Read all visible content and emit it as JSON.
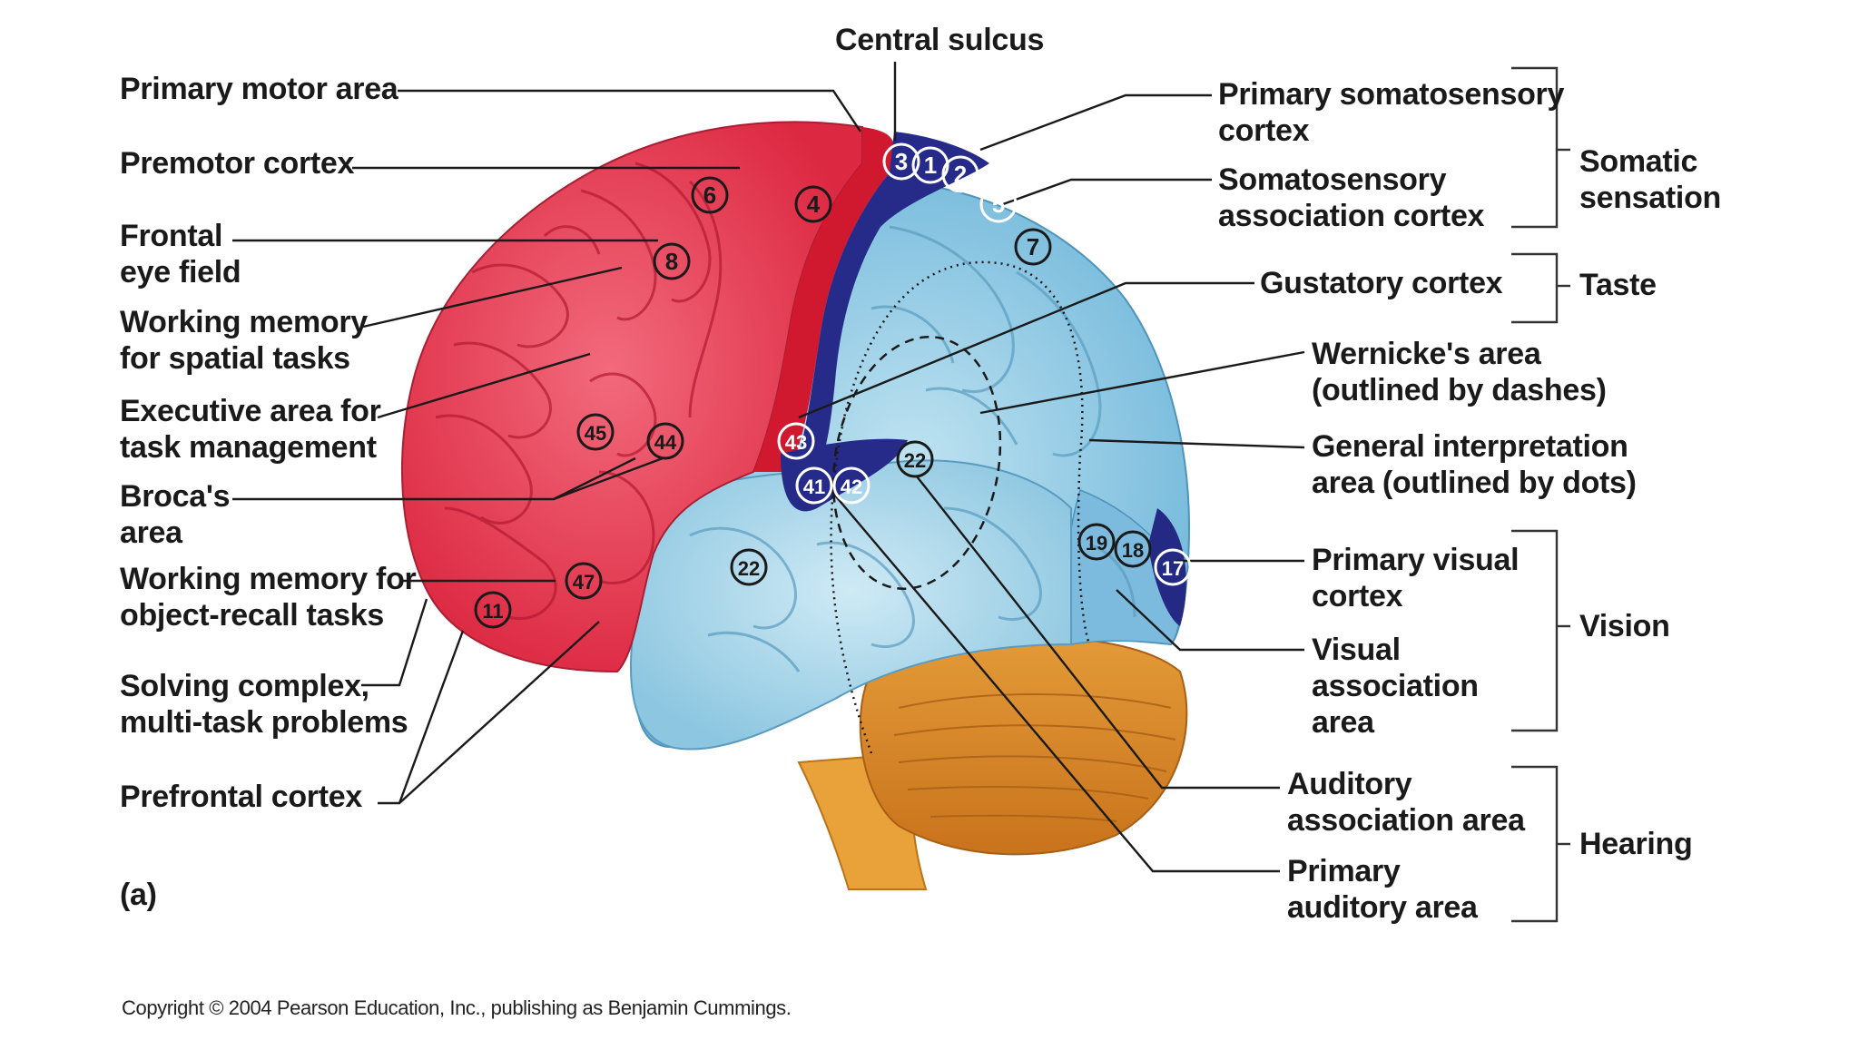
{
  "labels": {
    "central_sulcus": "Central sulcus",
    "primary_motor_area": "Primary motor area",
    "premotor_cortex": "Premotor cortex",
    "frontal_eye_field": [
      "Frontal",
      "eye field"
    ],
    "working_memory_spatial": [
      "Working memory",
      "for spatial tasks"
    ],
    "executive_area": [
      "Executive area for",
      "task management"
    ],
    "brocas_area": [
      "Broca's",
      "area"
    ],
    "working_memory_object": [
      "Working memory for",
      "object-recall tasks"
    ],
    "solving_complex": [
      "Solving complex,",
      "multi-task problems"
    ],
    "prefrontal_cortex": "Prefrontal cortex",
    "panel_letter": "(a)",
    "primary_somatosensory": [
      "Primary somatosensory",
      "cortex"
    ],
    "somatosensory_association": [
      "Somatosensory",
      "association cortex"
    ],
    "gustatory_cortex": "Gustatory cortex",
    "wernickes_area": [
      "Wernicke's area",
      "(outlined by dashes)"
    ],
    "general_interpretation": [
      "General interpretation",
      "area (outlined by dots)"
    ],
    "primary_visual": [
      "Primary visual",
      "cortex"
    ],
    "visual_association": [
      "Visual",
      "association",
      "area"
    ],
    "auditory_association": [
      "Auditory",
      "association area"
    ],
    "primary_auditory": [
      "Primary",
      "auditory area"
    ]
  },
  "groups": {
    "somatic_sensation": [
      "Somatic",
      "sensation"
    ],
    "taste": "Taste",
    "vision": "Vision",
    "hearing": "Hearing"
  },
  "brodmann_areas": [
    "3",
    "1",
    "2",
    "5",
    "6",
    "4",
    "8",
    "7",
    "45",
    "44",
    "43",
    "41",
    "42",
    "22",
    "22",
    "19",
    "18",
    "17",
    "47",
    "11"
  ],
  "copyright": "Copyright © 2004 Pearson Education, Inc., publishing as Benjamin Cummings.",
  "colors": {
    "frontal": "#e8384f",
    "motor": "#d81e35",
    "somatosensory": "#2a2e8c",
    "parietal_temporal": "#a9d8ea",
    "occipital": "#3a7fb5",
    "cerebellum": "#d98a2b",
    "brainstem": "#e9a13a"
  }
}
